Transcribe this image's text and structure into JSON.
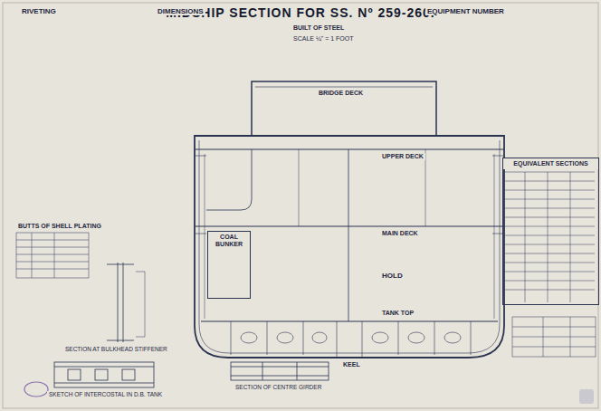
{
  "diagram": {
    "title": "MIDSHIP SECTION FOR SS. Nº 259-260.",
    "nodes": [
      {
        "text": [
          "EQUIVALENT SECTIONS"
        ]
      },
      {
        "text": [
          "COAL BUNKER"
        ]
      }
    ],
    "labels": [
      "RIVETING",
      "DIMENSIONS",
      "BUILT OF STEEL",
      "SCALE ¼\" = 1 FOOT",
      "EQUIPMENT NUMBER",
      "BUTTS OF SHELL PLATING",
      "SECTION AT BULKHEAD STIFFENER",
      "SKETCH OF INTERCOSTAL IN D.B. TANK",
      "SECTION OF CENTRE GIRDER",
      "BRIDGE DECK",
      "UPPER DECK",
      "MAIN DECK",
      "HOLD",
      "TANK TOP",
      "KEEL"
    ]
  }
}
